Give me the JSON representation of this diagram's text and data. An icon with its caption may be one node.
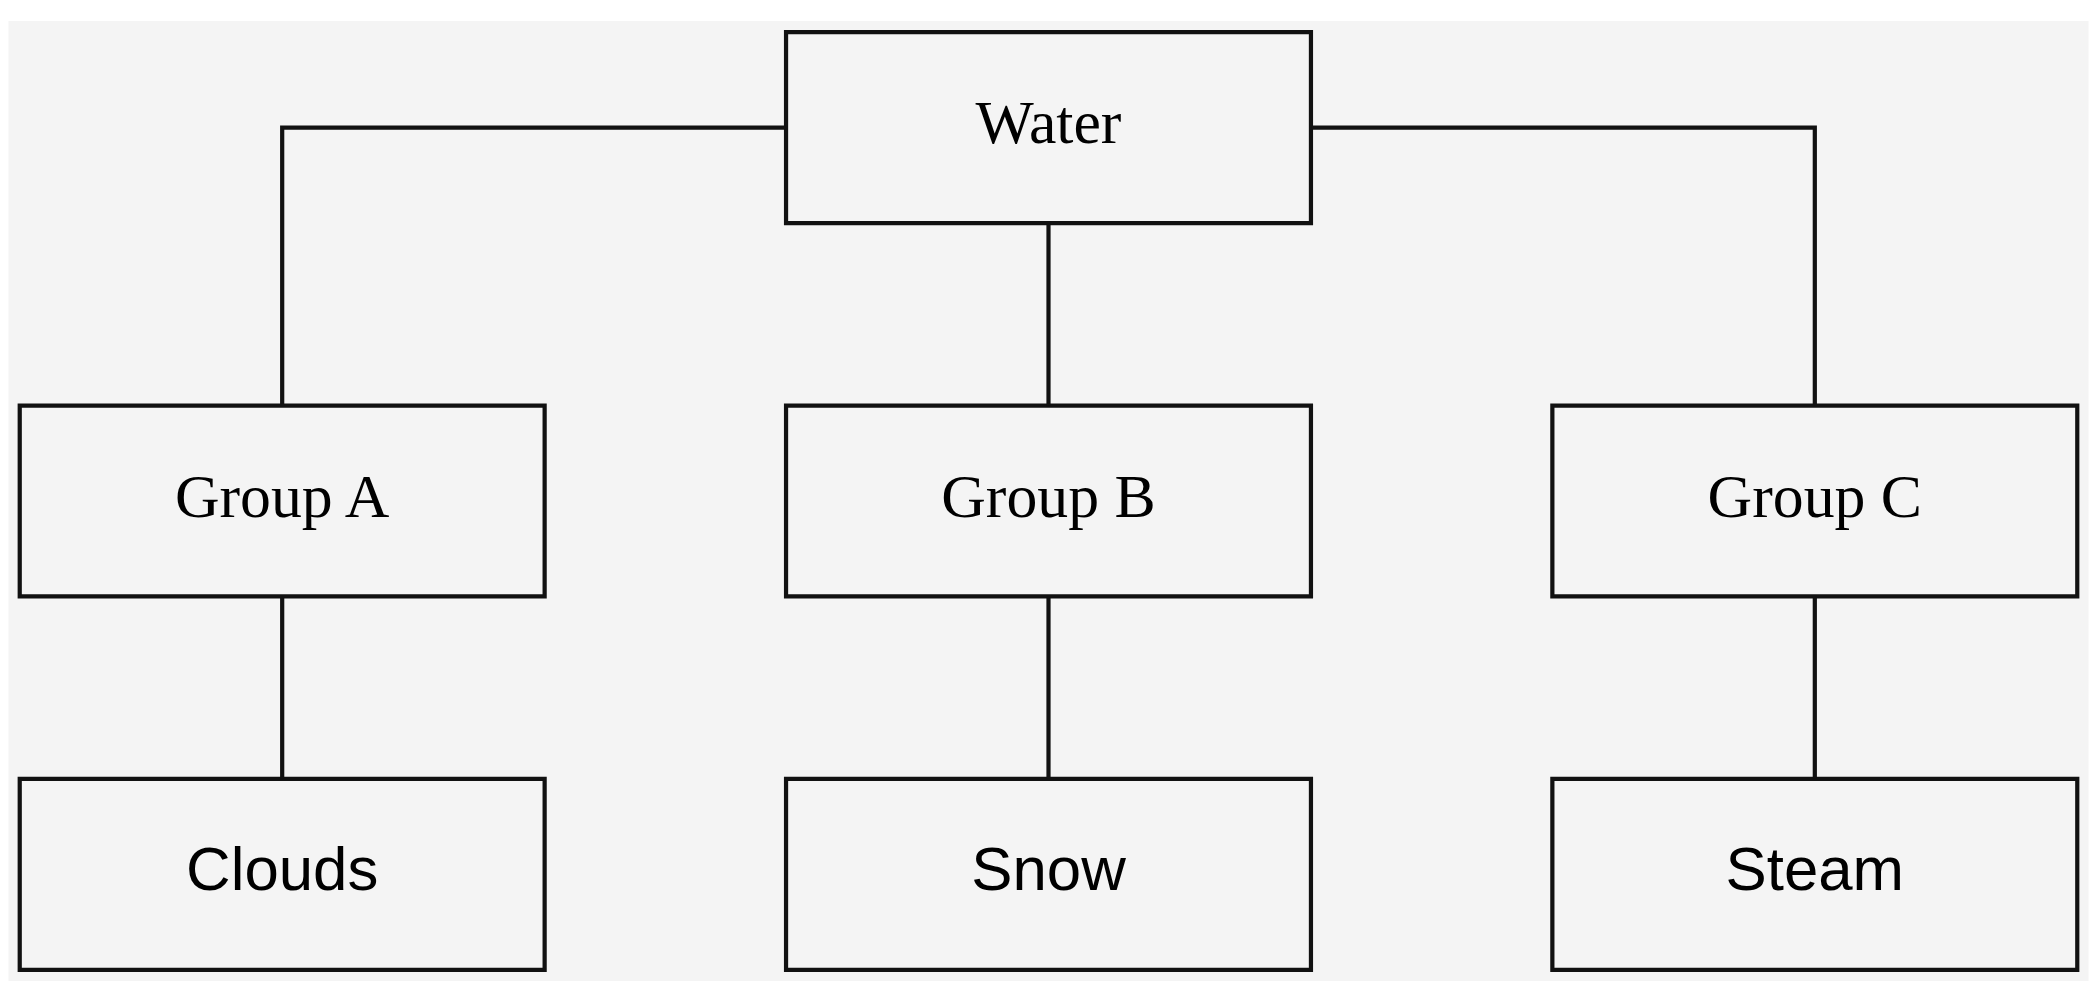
{
  "diagram": {
    "nodes": [
      {
        "text": [
          "Water"
        ]
      },
      {
        "text": [
          "Group A"
        ]
      },
      {
        "text": [
          "Group B"
        ]
      },
      {
        "text": [
          "Group C"
        ]
      },
      {
        "text": [
          "Clouds"
        ]
      },
      {
        "text": [
          "Snow"
        ]
      },
      {
        "text": [
          "Steam"
        ]
      }
    ],
    "edges": [
      {
        "from": 0,
        "to": 1,
        "arrow": "none"
      },
      {
        "from": 0,
        "to": 2,
        "arrow": "none"
      },
      {
        "from": 0,
        "to": 3,
        "arrow": "none"
      },
      {
        "from": 1,
        "to": 4,
        "arrow": "none"
      },
      {
        "from": 2,
        "to": 5,
        "arrow": "none"
      },
      {
        "from": 3,
        "to": 6,
        "arrow": "none"
      }
    ]
  }
}
